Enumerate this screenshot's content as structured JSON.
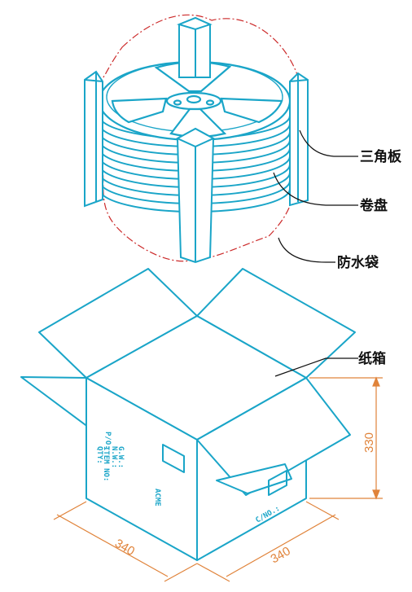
{
  "labels": {
    "triangle_board": "三角板",
    "reel": "卷盘",
    "waterproof_bag": "防水袋",
    "carton": "纸箱"
  },
  "dimensions": {
    "height": "330",
    "width_left": "340",
    "width_right": "340"
  },
  "box_markings": {
    "front_top": "P/O:",
    "front_lines": [
      "ITEM NO:",
      "QTY:",
      "N.W.:",
      "G.W.:"
    ],
    "front_vertical": "ACME",
    "side": "C/NO.:"
  },
  "colors": {
    "box": "#1aa5c8",
    "reel": "#1aa5c8",
    "bag": "#cc2a2a",
    "dimension": "#e0833a",
    "text": "#111111"
  }
}
